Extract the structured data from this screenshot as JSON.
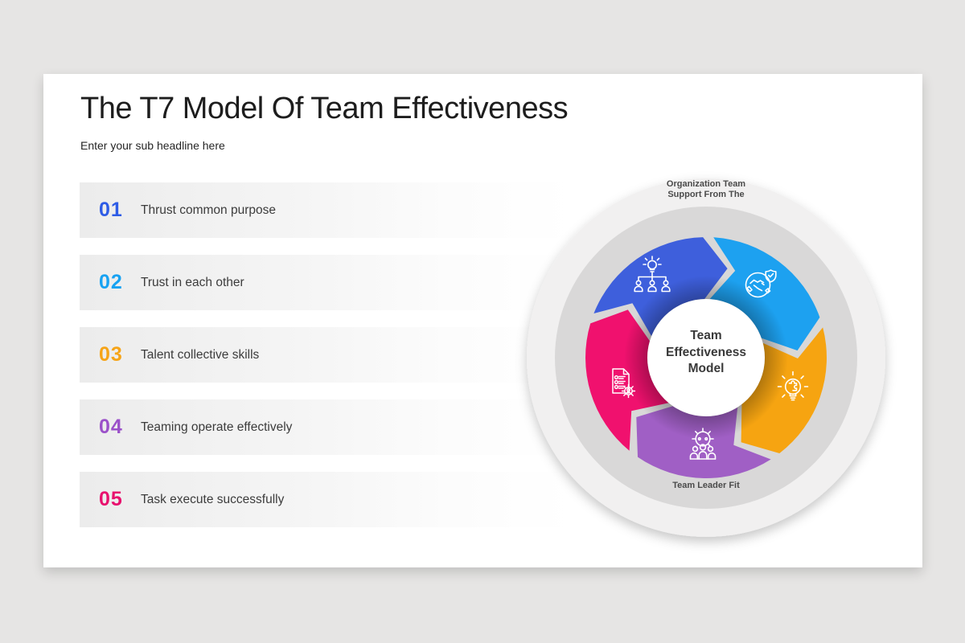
{
  "slide": {
    "title": "The T7 Model Of Team Effectiveness",
    "subtitle": "Enter your sub headline here"
  },
  "list": {
    "items": [
      {
        "number": "01",
        "label": "Thrust common purpose",
        "color": "#2e5ce6"
      },
      {
        "number": "02",
        "label": "Trust in each other",
        "color": "#18a2f2"
      },
      {
        "number": "03",
        "label": "Talent collective skills",
        "color": "#f6a417"
      },
      {
        "number": "04",
        "label": "Teaming operate effectively",
        "color": "#9b51c9"
      },
      {
        "number": "05",
        "label": "Task execute successfully",
        "color": "#e8116e"
      }
    ]
  },
  "diagram": {
    "top_label_line1": "Organization Team",
    "top_label_line2": "Support From The",
    "bottom_label": "Team Leader Fit",
    "center_line1": "Team",
    "center_line2": "Effectiveness",
    "center_line3": "Model",
    "ring_colors": {
      "outer": "#f1f0f0",
      "inner": "#d9d8d8"
    },
    "segments": [
      {
        "id": "organization-idea",
        "icon": "idea-org-chart-icon",
        "color": "#3e5fdc"
      },
      {
        "id": "trust-handshake",
        "icon": "handshake-shield-icon",
        "color": "#1da1f0"
      },
      {
        "id": "talent-bulb-puzzle",
        "icon": "bulb-puzzle-icon",
        "color": "#f6a411"
      },
      {
        "id": "teaming-gear-team",
        "icon": "gear-team-icon",
        "color": "#a05fc5"
      },
      {
        "id": "task-checklist",
        "icon": "checklist-gear-icon",
        "color": "#f0116e"
      }
    ]
  }
}
